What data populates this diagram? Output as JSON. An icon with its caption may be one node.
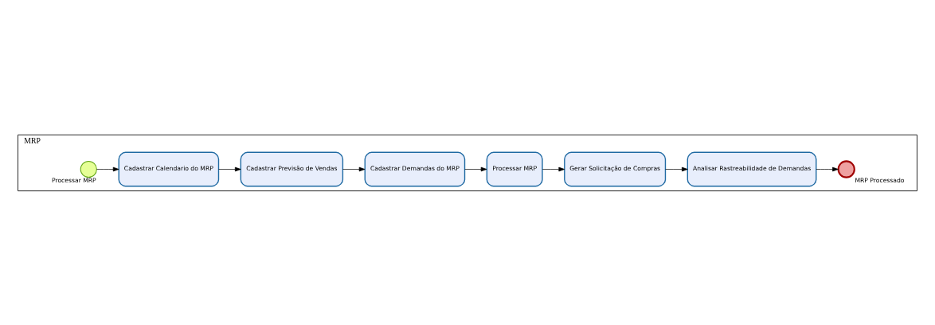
{
  "diagram": {
    "nodes": [
      {
        "text": [
          "MRP"
        ]
      },
      {
        "text": [],
        "shape": "circle",
        "beside": [
          "Processar MRP"
        ],
        "in": 0
      },
      {
        "text": [
          "Cadastrar Calendario do MRP"
        ],
        "in": 0
      },
      {
        "text": [
          "Cadastrar Previsão de Vendas"
        ],
        "in": 0
      },
      {
        "text": [
          "Cadastrar Demandas do MRP"
        ],
        "in": 0
      },
      {
        "text": [
          "Processar MRP"
        ],
        "in": 0
      },
      {
        "text": [
          "Gerar Solicitação de Compras"
        ],
        "in": 0
      },
      {
        "text": [
          "Analisar Rastreabilidade de Demandas"
        ],
        "in": 0
      },
      {
        "text": [],
        "shape": "circle",
        "beside": [
          "MRP Processado"
        ],
        "in": 0
      }
    ],
    "edges": [
      {
        "from": 1,
        "to": 2,
        "arrow": "to"
      },
      {
        "from": 2,
        "to": 3,
        "arrow": "to"
      },
      {
        "from": 3,
        "to": 4,
        "arrow": "to"
      },
      {
        "from": 4,
        "to": 5,
        "arrow": "to"
      },
      {
        "from": 5,
        "to": 6,
        "arrow": "to"
      },
      {
        "from": 6,
        "to": 7,
        "arrow": "to"
      },
      {
        "from": 7,
        "to": 8,
        "arrow": "to"
      }
    ]
  }
}
